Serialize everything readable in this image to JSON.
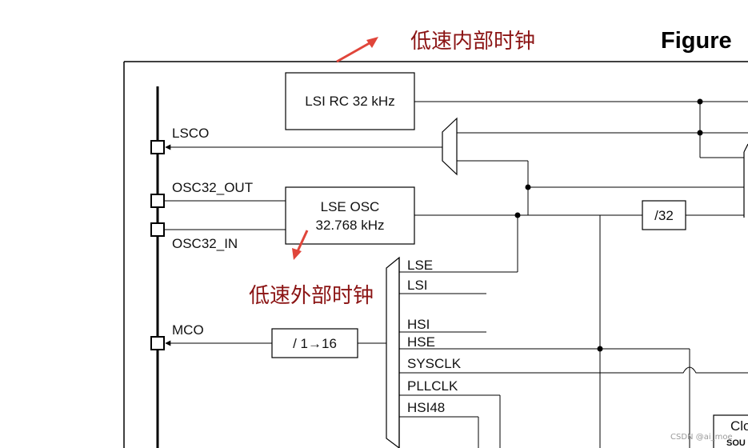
{
  "figure_title": "Figure",
  "annotations": {
    "low_speed_internal": "低速内部时钟",
    "low_speed_external": "低速外部时钟"
  },
  "pins": {
    "lsco": "LSCO",
    "osc32_out": "OSC32_OUT",
    "osc32_in": "OSC32_IN",
    "mco": "MCO"
  },
  "blocks": {
    "lsi_rc": "LSI RC 32 kHz",
    "lse_osc_line1": "LSE OSC",
    "lse_osc_line2": "32.768 kHz",
    "div32": "/32",
    "mco_div": "/ 1→16",
    "clock_source_partial": "Clo",
    "clock_source_partial_small": "SOU"
  },
  "mux_inputs": [
    "LSE",
    "LSI",
    "HSI",
    "HSE",
    "SYSCLK",
    "PLLCLK",
    "HSI48"
  ],
  "watermark": "CSDN @ai_moe",
  "colors": {
    "line": "#000000",
    "annotation_text": "#8b1414",
    "annotation_arrow": "#e0453a"
  }
}
